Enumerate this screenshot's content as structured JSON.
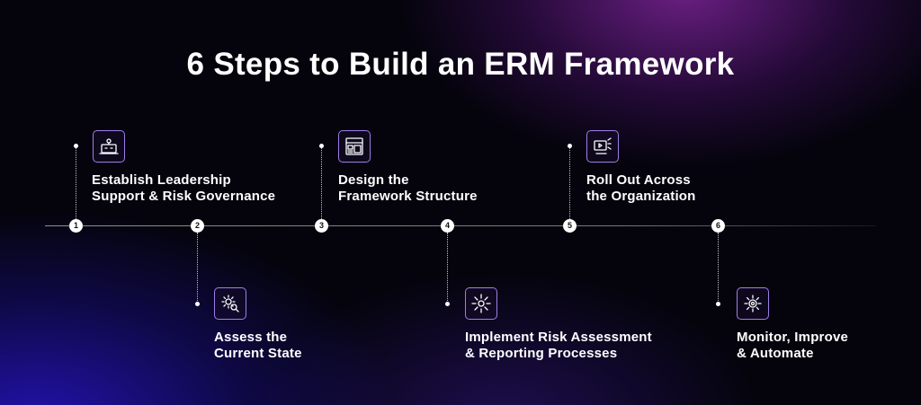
{
  "title": "6 Steps to Build an ERM Framework",
  "steps": [
    {
      "number": "1",
      "line1": "Establish Leadership",
      "line2": "Support & Risk Governance",
      "icon": "leadership-presentation-icon"
    },
    {
      "number": "2",
      "line1": "Assess the",
      "line2": "Current State",
      "icon": "gear-search-icon"
    },
    {
      "number": "3",
      "line1": "Design the",
      "line2": "Framework Structure",
      "icon": "framework-layout-icon"
    },
    {
      "number": "4",
      "line1": "Implement Risk Assessment",
      "line2": "& Reporting Processes",
      "icon": "network-hub-icon"
    },
    {
      "number": "5",
      "line1": "Roll Out Across",
      "line2": "the Organization",
      "icon": "rollout-screen-icon"
    },
    {
      "number": "6",
      "line1": "Monitor, Improve",
      "line2": "& Automate",
      "icon": "monitor-gear-icon"
    }
  ],
  "colors": {
    "background": "#05040d",
    "accent": "#af8cff",
    "text": "#ffffff"
  }
}
